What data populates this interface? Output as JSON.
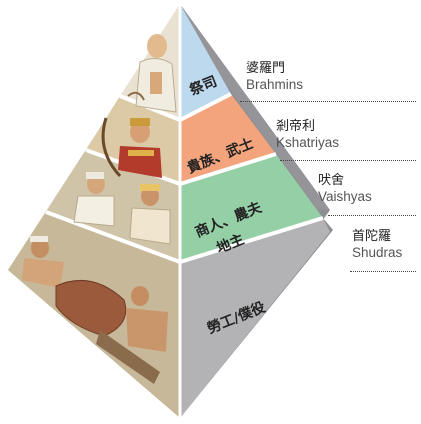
{
  "pyramid": {
    "tiers": [
      {
        "name": "祭司",
        "color": "#bcd9ee",
        "side_zh": "婆羅門",
        "side_en": "Brahmins"
      },
      {
        "name": "貴族、武士",
        "color": "#f3a47d",
        "side_zh": "剎帝利",
        "side_en": "Kshatriyas"
      },
      {
        "name": "商人、農夫地主",
        "line1": "商人、農夫",
        "line2": "地主",
        "color": "#95cfa6",
        "side_zh": "吠舍",
        "side_en": "Vaishyas"
      },
      {
        "name": "勞工/僕役",
        "color": "#b3b3b5",
        "side_zh": "首陀羅",
        "side_en": "Shudras"
      }
    ]
  },
  "colors": {
    "right_face": "#8e8e92",
    "right_face_dark": "#7b7b80",
    "left_face": "#d9cfb8",
    "outline": "#ffffff"
  }
}
